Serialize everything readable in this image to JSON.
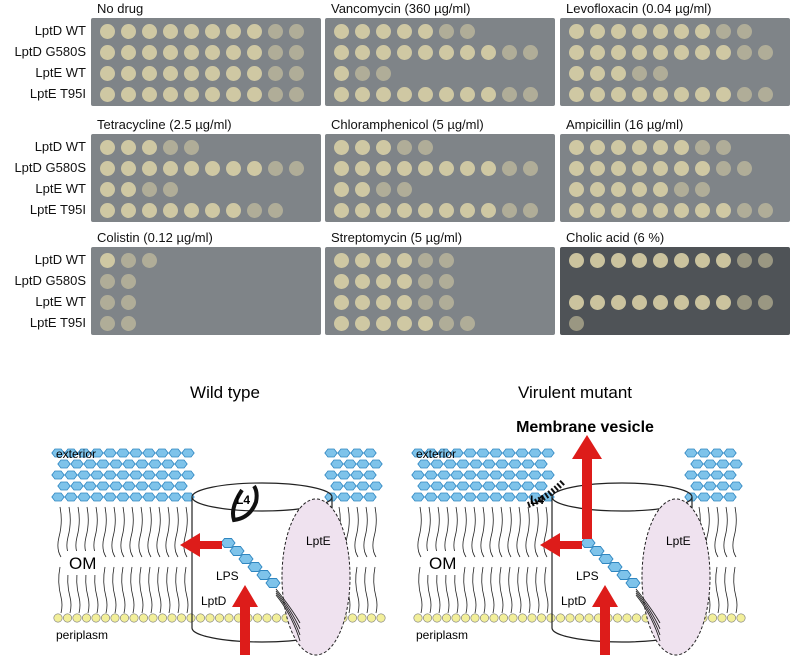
{
  "strains": [
    "LptD WT",
    "LptD G580S",
    "LptE WT",
    "LptE T95I"
  ],
  "panels": [
    {
      "title": "No drug",
      "growth": [
        10,
        10,
        10,
        10
      ],
      "dark": false
    },
    {
      "title": "Vancomycin (360 µg/ml)",
      "growth": [
        7,
        10,
        3,
        10
      ],
      "dark": false
    },
    {
      "title": "Levofloxacin (0.04 µg/ml)",
      "growth": [
        9,
        10,
        5,
        10
      ],
      "dark": false
    },
    {
      "title": "Tetracycline (2.5 µg/ml)",
      "growth": [
        5,
        10,
        4,
        9
      ],
      "dark": false
    },
    {
      "title": "Chloramphenicol (5 µg/ml)",
      "growth": [
        5,
        10,
        4,
        10
      ],
      "dark": false
    },
    {
      "title": "Ampicillin (16 µg/ml)",
      "growth": [
        8,
        9,
        7,
        10
      ],
      "dark": false
    },
    {
      "title": "Colistin (0.12 µg/ml)",
      "growth": [
        3,
        2,
        2,
        2
      ],
      "dark": false
    },
    {
      "title": "Streptomycin (5 µg/ml)",
      "growth": [
        6,
        6,
        6,
        7
      ],
      "dark": false
    },
    {
      "title": "Cholic acid (6 %)",
      "growth": [
        10,
        0,
        10,
        1
      ],
      "dark": true
    }
  ],
  "diagram_left": {
    "title": "Wild type",
    "exterior": "exterior",
    "om": "OM",
    "periplasm": "periplasm",
    "lps": "LPS",
    "lptd": "LptD",
    "lpte": "LptE",
    "l4": "L4"
  },
  "diagram_right": {
    "title": "Virulent mutant",
    "vesicle": "Membrane vesicle",
    "exterior": "exterior",
    "om": "OM",
    "periplasm": "periplasm",
    "lps": "LPS",
    "lptd": "LptD",
    "lpte": "LptE",
    "l4": "L4"
  },
  "colors": {
    "plate": "#7f8488",
    "plate_dark": "#4f5357",
    "colony": "#d8cfa6",
    "hexagon": "#7ec3ea",
    "hexagon_stroke": "#2f86c0",
    "arrow": "#dd1c1a",
    "lpte_fill": "#efe2ef",
    "headgroup": "#f2ef9a"
  }
}
